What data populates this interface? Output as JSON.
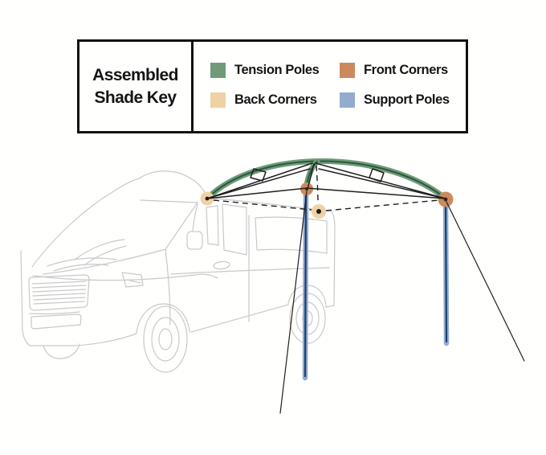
{
  "key": {
    "title_line1": "Assembled",
    "title_line2": "Shade Key",
    "legend_items": [
      {
        "label": "Tension Poles"
      },
      {
        "label": "Front Corners"
      },
      {
        "label": "Back Corners"
      },
      {
        "label": "Support Poles"
      }
    ]
  },
  "colors": {
    "background": "#FFFFFE",
    "key_border": "#111111",
    "tension_poles": "#6F9B78",
    "tension_pole_core": "#2B5940",
    "front_corners": "#CC8A5C",
    "back_corners": "#EFD2A4",
    "support_poles": "#93ACCE",
    "support_pole_core": "#1E3E74",
    "rope": "#1F1F1F",
    "van_outline": "#C9C9C9",
    "corner_dot": "#1A1A1A"
  }
}
